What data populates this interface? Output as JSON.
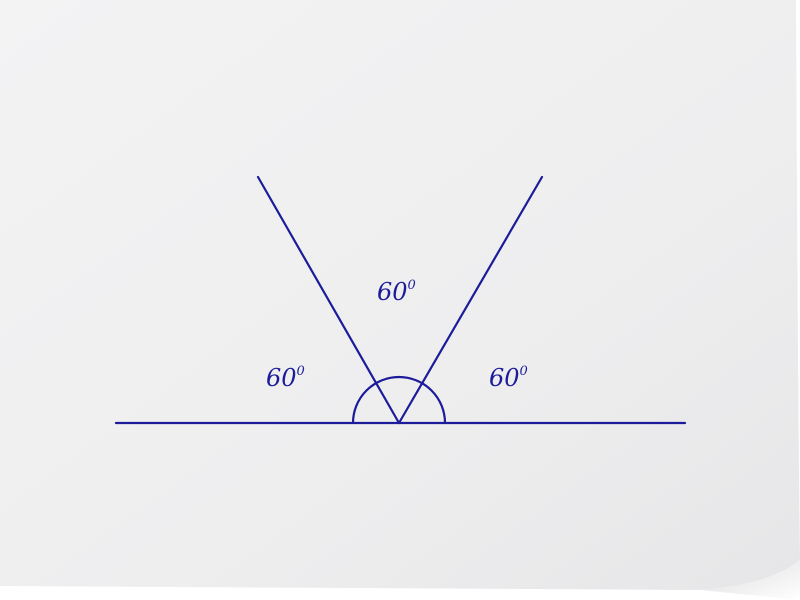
{
  "diagram": {
    "line_color": "#1c1c9a",
    "paper_color": "#f0f0f1",
    "labels": {
      "left": {
        "value": "60",
        "unit": "0"
      },
      "middle": {
        "value": "60",
        "unit": "0"
      },
      "right": {
        "value": "60",
        "unit": "0"
      }
    }
  }
}
